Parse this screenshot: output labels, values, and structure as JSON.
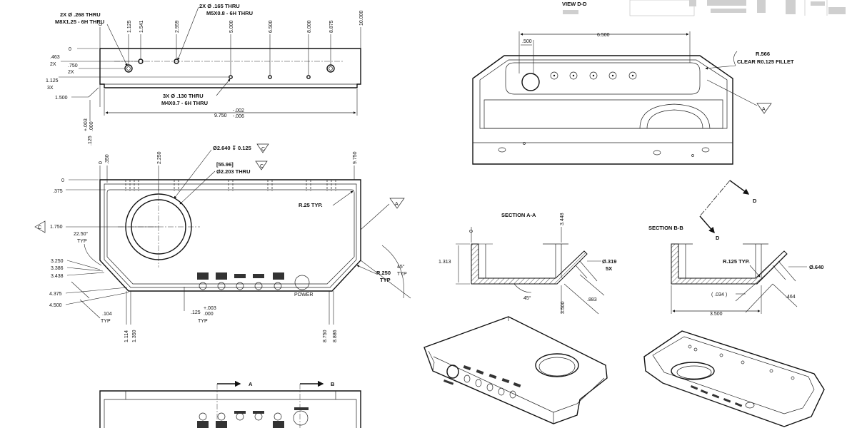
{
  "front_view": {
    "note_holes_m8": "2X Ø .268 THRU",
    "note_thread_m8": "M8X1.25 - 6H THRU",
    "note_holes_m5": "2X Ø .165 THRU",
    "note_thread_m5": "M5X0.8 - 6H THRU",
    "note_holes_m4": "3X Ø .130 THRU",
    "note_thread_m4": "M4X0.7 - 6H THRU",
    "top_dims": [
      "0",
      "1.125",
      "1.541",
      "2.959",
      "5.000",
      "6.500",
      "8.000",
      "8.875",
      "10.000"
    ],
    "left_dims": [
      "0",
      ".463",
      "2X",
      ".750",
      "2X",
      "1.125",
      "3X",
      "1.500"
    ],
    "overall_width": "9.750",
    "overall_tol_plus": "-.002",
    "overall_tol_minus": "-.006",
    "lip_dim": ".125",
    "lip_tol_plus": "+.003",
    "lip_tol_minus": ".000"
  },
  "top_view": {
    "top_dims": [
      "0",
      ".350",
      "2.250",
      "9.750"
    ],
    "left_dims": [
      "0",
      ".375",
      "1.750",
      "3.250",
      "3.386",
      "3.438",
      "4.375",
      "4.500"
    ],
    "bottom_dims": [
      "1.114",
      "1.350",
      "8.750",
      "8.886"
    ],
    "bore_note": "Ø2.640 ↧ 0.125",
    "thru_ref": "[55.96]",
    "thru_note": "Ø2.203 THRU",
    "datum_a": "A",
    "datum_c": "C",
    "radius_typ": "R.25 TYP.",
    "angle_note": "22.50°",
    "angle_typ": "TYP",
    "angle_45": "45°",
    "angle_45_typ": "TYP",
    "r250": "R.250",
    "r250_typ": "TYP",
    "dim_104": ".104",
    "dim_104_typ": "TYP",
    "dim_125": ".125",
    "dim_125_tol_plus": "+.003",
    "dim_125_tol_minus": ".000",
    "dim_125_typ": "TYP",
    "panel_label_right": "POWER"
  },
  "view_dd": {
    "title": "VIEW D-D",
    "dim_500": ".500",
    "dim_6500": "6.500",
    "fillet_r": "R.566",
    "fillet_note": "CLEAR R0.125 FILLET",
    "datum": "A"
  },
  "section_aa": {
    "title": "SECTION A-A",
    "dim_0": "0",
    "dim_3448": "3.448",
    "dim_1313": "1.313",
    "dim_319": "Ø.319",
    "dim_5x": "5X",
    "dim_45": "45°",
    "dim_3500": "3.500",
    "dim_883": ".883"
  },
  "section_bb": {
    "title": "SECTION B-B",
    "radius": "R.125 TYP.",
    "dim_640": "Ø.640",
    "dim_034": "( .034 )",
    "dim_464": ".464",
    "dim_3500": "3.500"
  },
  "view_markers": {
    "d_upper": "D",
    "d_lower": "D",
    "a_arrow": "A",
    "b_arrow": "B"
  }
}
